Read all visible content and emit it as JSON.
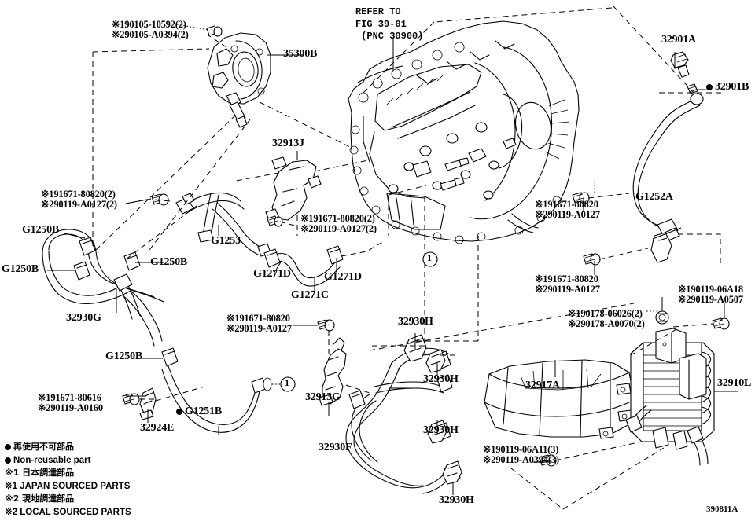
{
  "diagram": {
    "id_code": "390811A",
    "reference_note": [
      "REFER TO",
      "FIG 39-01",
      "(PNC 30900)"
    ],
    "callout_circle_label": "1"
  },
  "legend": {
    "rows": [
      {
        "bullet": true,
        "text": "再使用不可部品",
        "jp": true
      },
      {
        "bullet": true,
        "text": "Non-reusable part",
        "jp": false
      },
      {
        "bullet": false,
        "text": "※1 日本調達部品",
        "jp": true
      },
      {
        "bullet": false,
        "text": "※1 JAPAN SOURCED PARTS",
        "jp": false
      },
      {
        "bullet": false,
        "text": "※2 現地調達部品",
        "jp": true
      },
      {
        "bullet": false,
        "text": "※2 LOCAL SOURCED PARTS",
        "jp": false
      }
    ]
  },
  "parts": {
    "p_35300B": "35300B",
    "p_32901A": "32901A",
    "p_32901B": "32901B",
    "p_32913J": "32913J",
    "p_32913G": "32913G",
    "p_32930G": "32930G",
    "p_32930F": "32930F",
    "p_32930H_1": "32930H",
    "p_32930H_2": "32930H",
    "p_32930H_3": "32930H",
    "p_32930H_4": "32930H",
    "p_32924E": "32924E",
    "p_32917A": "32917A",
    "p_32910L": "32910L",
    "p_G1250B_1": "G1250B",
    "p_G1250B_2": "G1250B",
    "p_G1250B_3": "G1250B",
    "p_G1250B_4": "G1250B",
    "p_G1251B": "G1251B",
    "p_G1252A": "G1252A",
    "p_G1253": "G1253",
    "p_G1271D_1": "G1271D",
    "p_G1271D_2": "G1271D",
    "p_G1271C": "G1271C"
  },
  "bolt_callouts": {
    "b_top_pump": {
      "line1": "※190105-10592(2)",
      "line2": "※290105-A0394(2)"
    },
    "b_left_mid": {
      "line1": "※191671-80820(2)",
      "line2": "※290119-A0127(2)"
    },
    "b_center_bracket": {
      "line1": "※191671-80820(2)",
      "line2": "※290119-A0127(2)"
    },
    "b_right_upper": {
      "line1": "※191671-80820",
      "line2": "※290119-A0127"
    },
    "b_right_lower": {
      "line1": "※191671-80820",
      "line2": "※290119-A0127"
    },
    "b_mid_bracket": {
      "line1": "※191671-80820",
      "line2": "※290119-A0127"
    },
    "b_clamp_left": {
      "line1": "※191671-80616",
      "line2": "※290119-A0160"
    },
    "b_cooler_nut": {
      "line1": "※190178-06026(2)",
      "line2": "※290178-A0070(2)"
    },
    "b_cooler_right": {
      "line1": "※190119-06A18",
      "line2": "※290119-A0507"
    },
    "b_shroud": {
      "line1": "※190119-06A11(3)",
      "line2": "※290119-A0394(3)"
    }
  }
}
